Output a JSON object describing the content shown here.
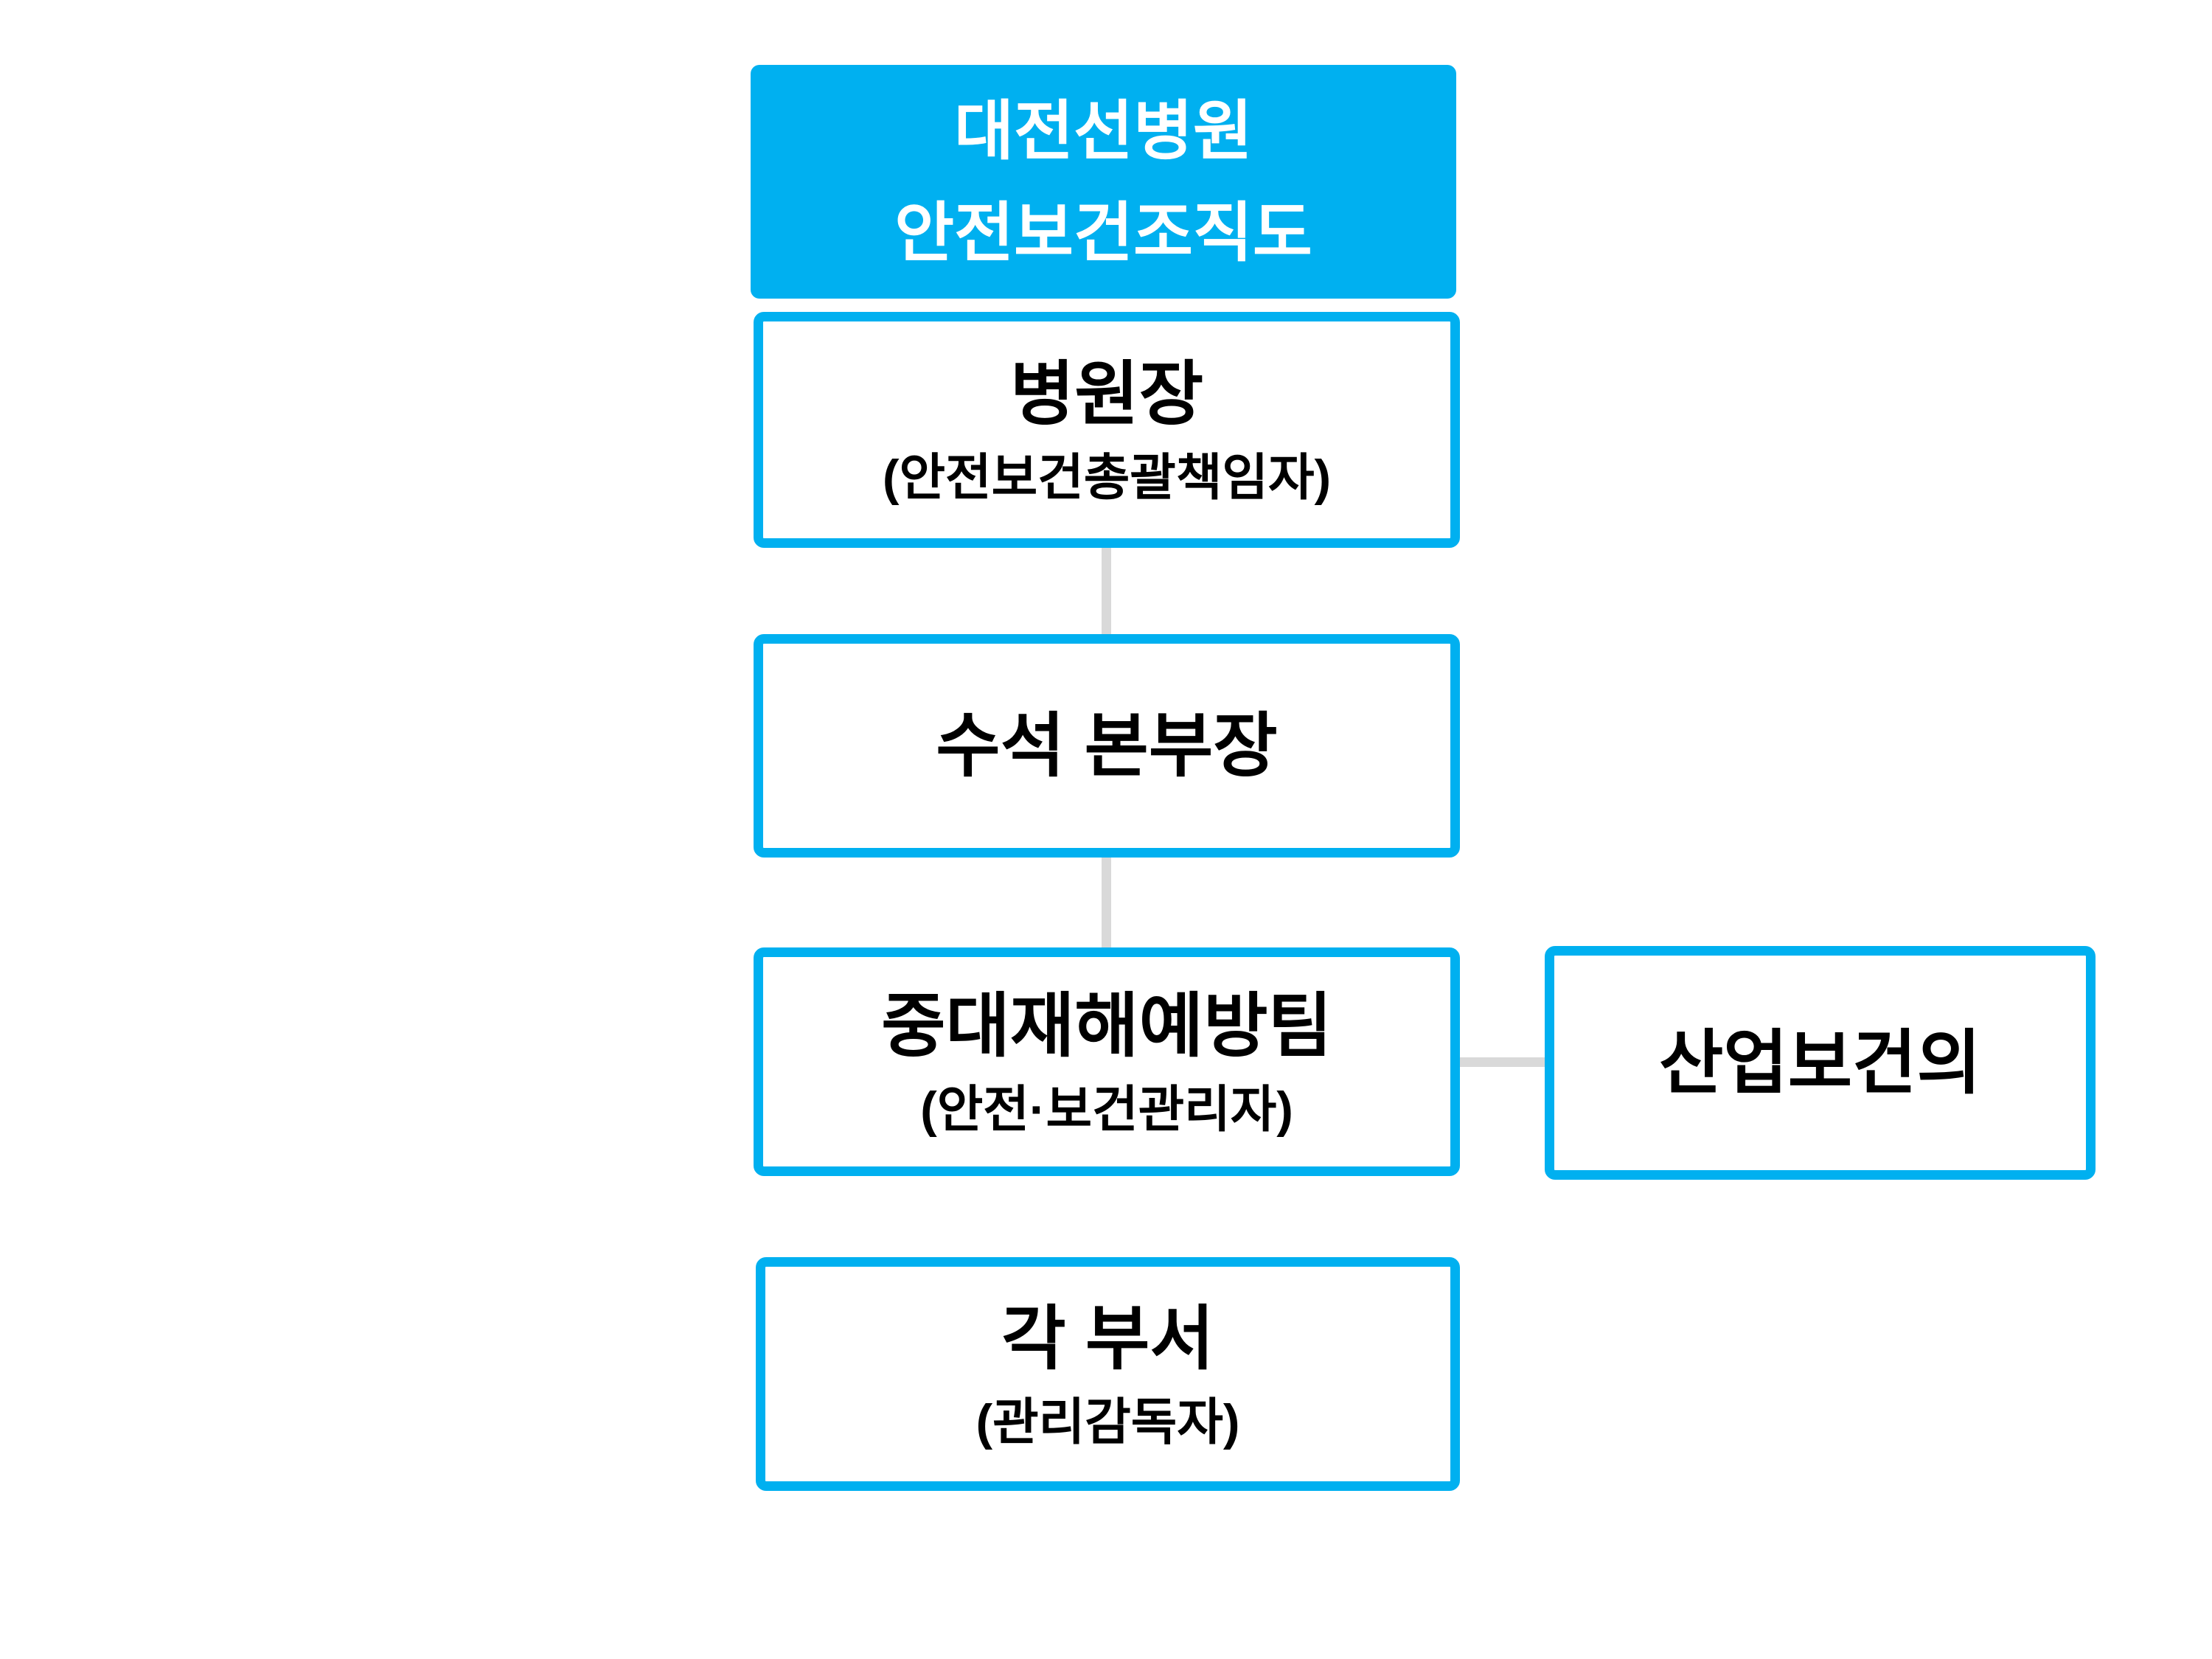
{
  "colors": {
    "accent_blue": "#00B0F0",
    "connector_gray": "#D9D9D9",
    "title_text": "#FFFFFF",
    "body_text": "#000000",
    "background": "#FFFFFF"
  },
  "diagram": {
    "title_box": {
      "line1": "대전선병원",
      "line2": "안전보건조직도"
    },
    "nodes": {
      "director": {
        "title": "병원장",
        "subtitle": "(안전보건총괄책임자)"
      },
      "chief": {
        "title": "수석 본부장"
      },
      "team": {
        "title": "중대재해예방팀",
        "subtitle": "(안전·보건관리자)"
      },
      "physician": {
        "title": "산업보건의"
      },
      "departments": {
        "title": "각 부서",
        "subtitle": "(관리감독자)"
      }
    }
  }
}
